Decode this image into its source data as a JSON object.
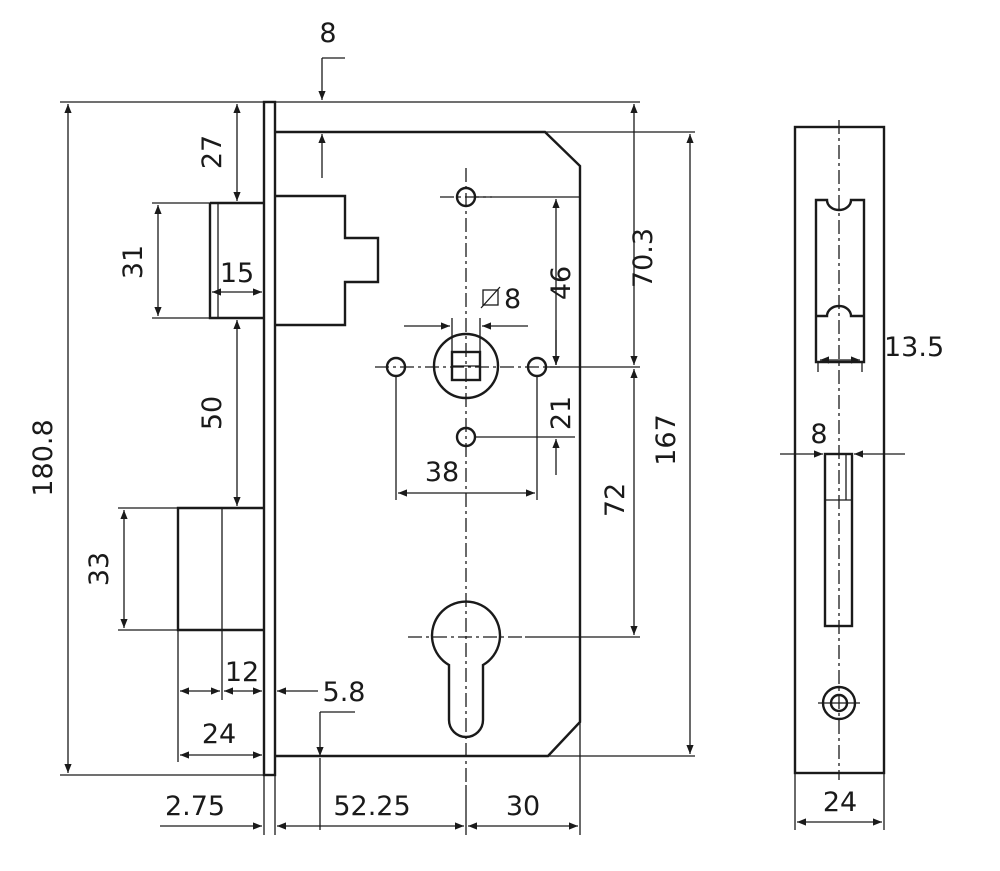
{
  "drawing": {
    "dimensions": {
      "face_thickness_top": "8",
      "top_to_latch": "27",
      "latch_height": "31",
      "latch_projection": "15",
      "latch_to_bolt": "50",
      "bolt_height": "33",
      "bolt_throw_inner": "12",
      "bolt_throw_total": "24",
      "face_offset": "5.8",
      "face_plate_thickness": "2.75",
      "backset": "52.25",
      "case_rear": "30",
      "overall_height": "180.8",
      "case_height": "167",
      "top_to_follower": "70.3",
      "screw_to_follower": "46",
      "follower_square": "8",
      "follower_to_screw": "21",
      "screw_spacing": "38",
      "follower_to_cylinder": "72",
      "latch_width_side": "13.5",
      "bolt_width_side": "8",
      "face_width_side": "24"
    },
    "symbols": {
      "square_follower": "square-diameter-symbol"
    }
  }
}
